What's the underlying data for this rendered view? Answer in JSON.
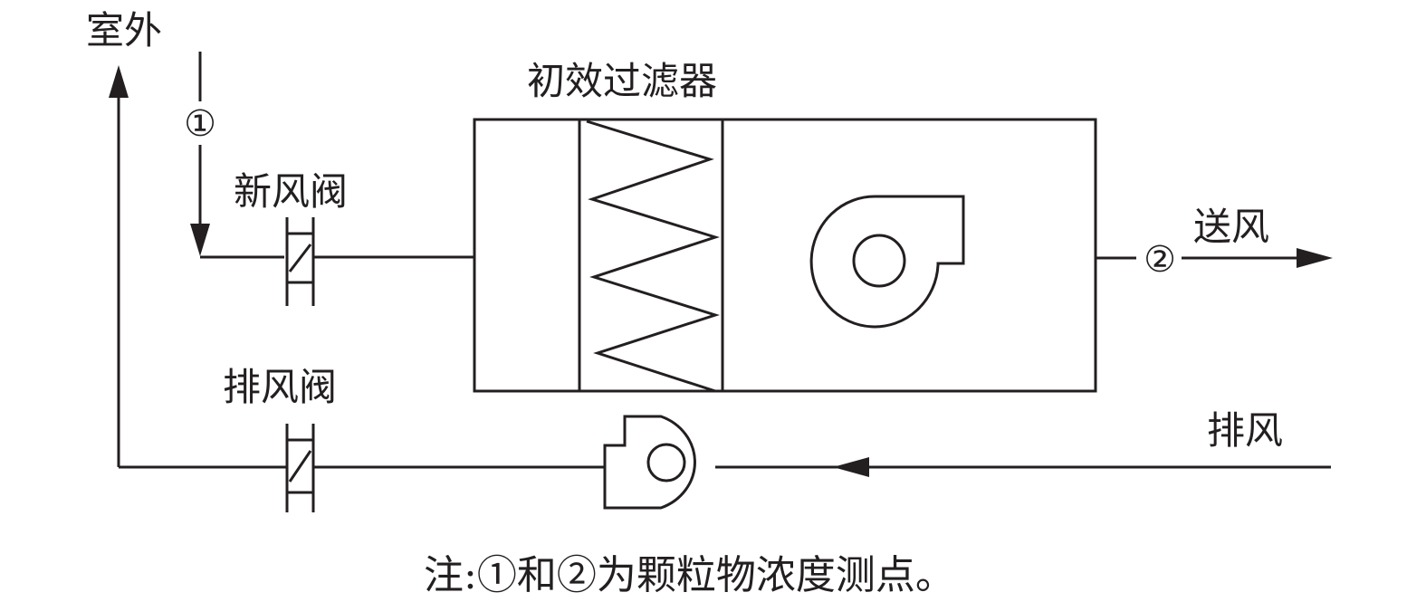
{
  "labels": {
    "outdoor": "室外",
    "fresh_air_damper": "新风阀",
    "primary_filter": "初效过滤器",
    "supply_air": "送风",
    "exhaust_damper": "排风阀",
    "exhaust_air": "排风"
  },
  "points": {
    "point1": "①",
    "point2": "②"
  },
  "note": "注:①和②为颗粒物浓度测点。"
}
